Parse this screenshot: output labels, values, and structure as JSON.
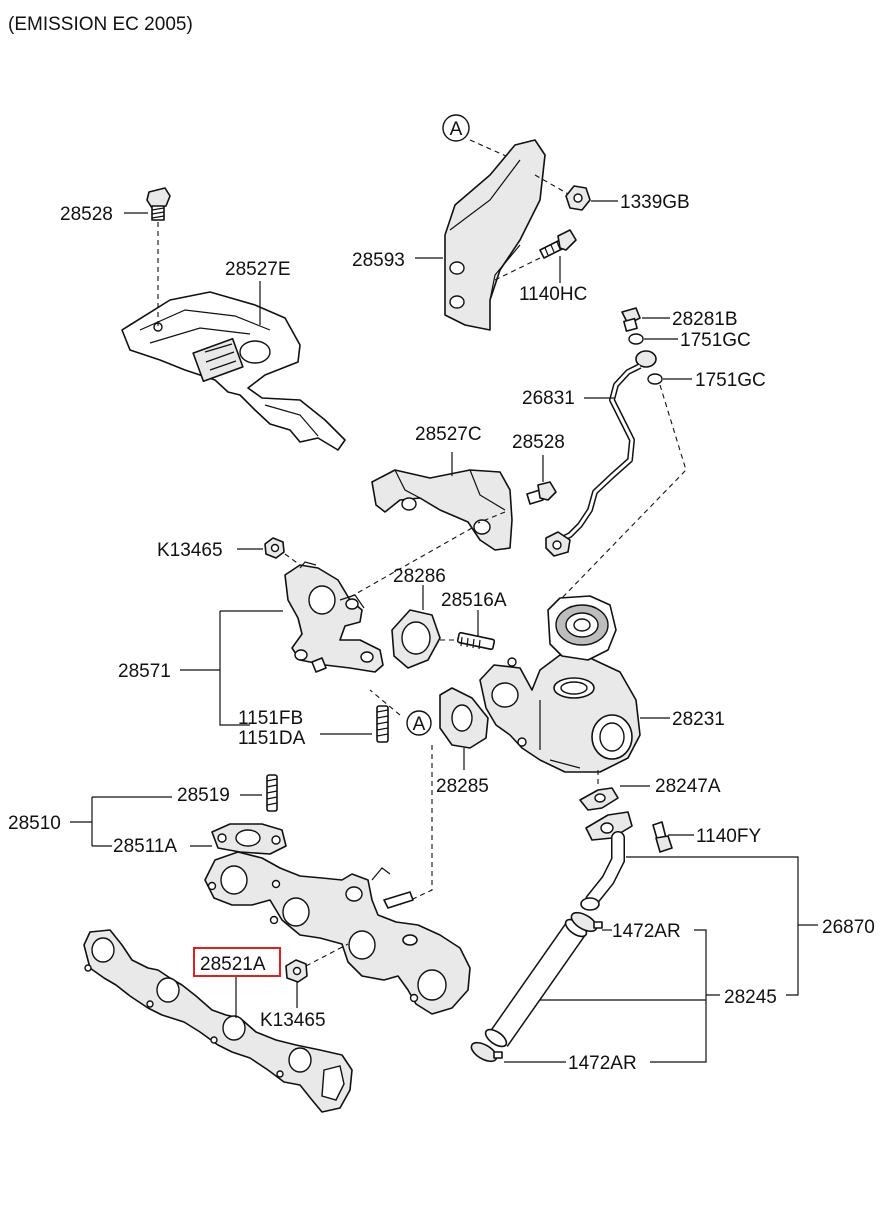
{
  "header": {
    "emission_note": "(EMISSION EC  2005)"
  },
  "callout_a": "A",
  "labels": {
    "p28528_top": "28528",
    "p28527E": "28527E",
    "p28593": "28593",
    "p1339GB": "1339GB",
    "p1140HC": "1140HC",
    "p28281B": "28281B",
    "p1751GC_a": "1751GC",
    "p1751GC_b": "1751GC",
    "p26831": "26831",
    "p28527C": "28527C",
    "p28528_mid": "28528",
    "pK13465_top": "K13465",
    "p28286": "28286",
    "p28516A": "28516A",
    "p28571": "28571",
    "p28231": "28231",
    "p1151FB": "1151FB",
    "p1151DA": "1151DA",
    "p28285": "28285",
    "p28247A": "28247A",
    "p28519": "28519",
    "p28510": "28510",
    "p28511A": "28511A",
    "p1140FY": "1140FY",
    "p26870": "26870",
    "p1472AR_a": "1472AR",
    "p28521A": "28521A",
    "pK13465_bot": "K13465",
    "p28245": "28245",
    "p1472AR_b": "1472AR"
  },
  "highlight": {
    "part": "28521A",
    "color": "#e0201e"
  }
}
